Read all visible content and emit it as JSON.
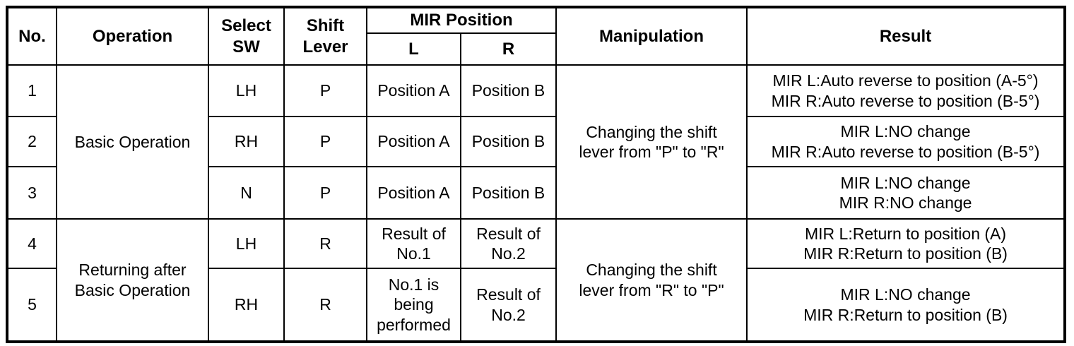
{
  "table": {
    "headers": {
      "no": "No.",
      "operation": "Operation",
      "select_sw": "Select\nSW",
      "shift_lever": "Shift\nLever",
      "mir_position": "MIR Position",
      "mir_l": "L",
      "mir_r": "R",
      "manipulation": "Manipulation",
      "result": "Result"
    },
    "groups": {
      "basic_operation": "Basic Operation",
      "returning_after_basic_operation": "Returning after\nBasic Operation",
      "manipulation_p_to_r": "Changing the shift\nlever from \"P\" to \"R\"",
      "manipulation_r_to_p": "Changing the shift\nlever from \"R\" to \"P\""
    },
    "rows": [
      {
        "no": "1",
        "select_sw": "LH",
        "shift_lever": "P",
        "mir_l": "Position A",
        "mir_r": "Position B",
        "result": "MIR L:Auto reverse to position (A-5°)\nMIR R:Auto reverse to position (B-5°)"
      },
      {
        "no": "2",
        "select_sw": "RH",
        "shift_lever": "P",
        "mir_l": "Position A",
        "mir_r": "Position B",
        "result": "MIR L:NO change\nMIR R:Auto reverse to position (B-5°)"
      },
      {
        "no": "3",
        "select_sw": "N",
        "shift_lever": "P",
        "mir_l": "Position A",
        "mir_r": "Position B",
        "result": "MIR L:NO change\nMIR R:NO change"
      },
      {
        "no": "4",
        "select_sw": "LH",
        "shift_lever": "R",
        "mir_l": "Result of\nNo.1",
        "mir_r": "Result of\nNo.2",
        "result": "MIR L:Return to position (A)\nMIR R:Return to position (B)"
      },
      {
        "no": "5",
        "select_sw": "RH",
        "shift_lever": "R",
        "mir_l": "No.1 is\nbeing\nperformed",
        "mir_r": "Result of\nNo.2",
        "result": "MIR L:NO change\nMIR R:Return to position (B)"
      }
    ]
  },
  "colors": {
    "border": "#000000",
    "background": "#ffffff",
    "text": "#000000"
  }
}
